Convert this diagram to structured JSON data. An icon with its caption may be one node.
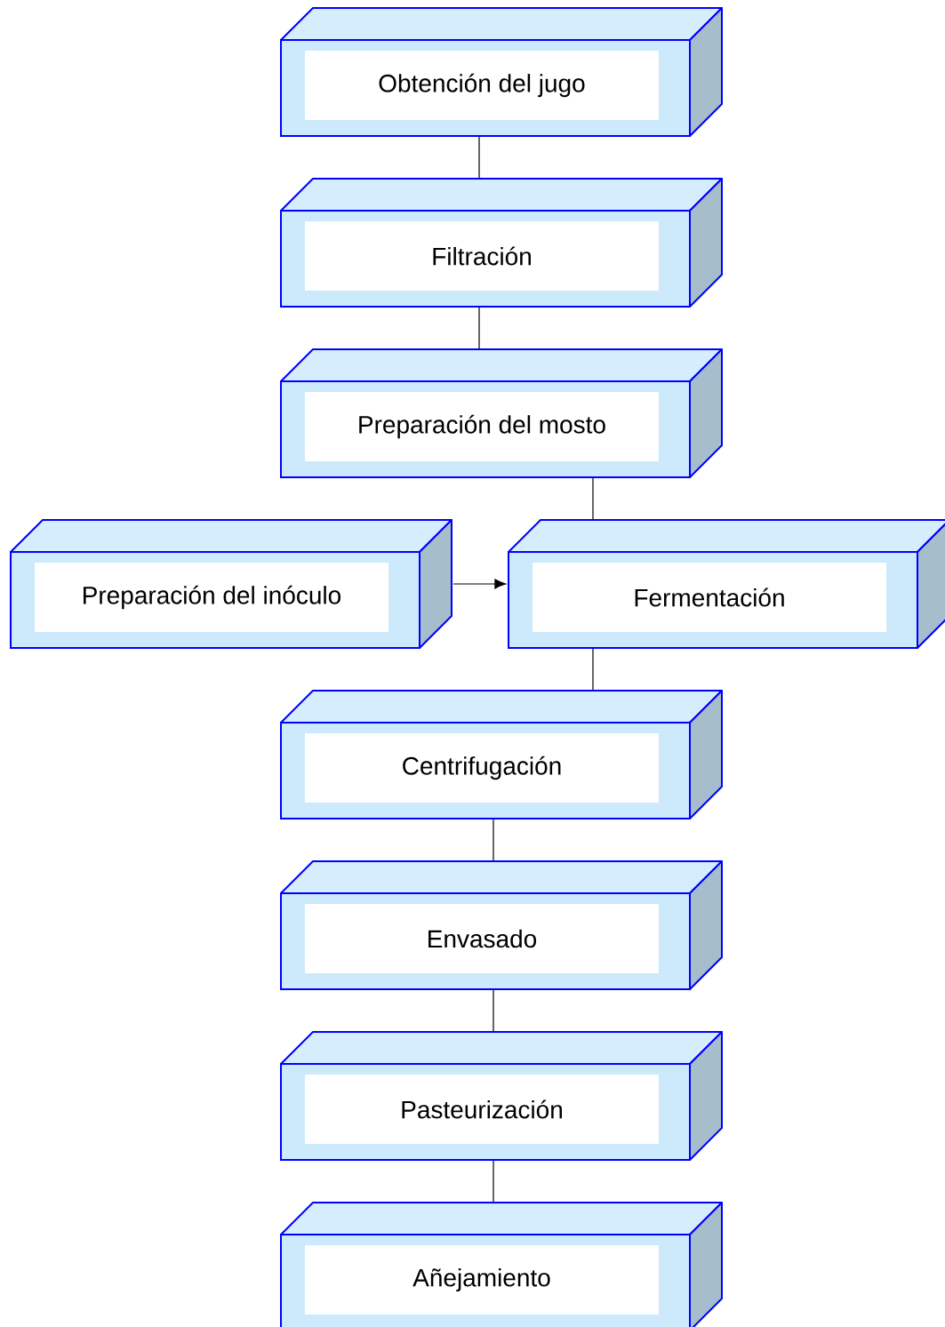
{
  "diagram": {
    "nodes": [
      {
        "text": [
          "Obtención del jugo"
        ]
      },
      {
        "text": [
          "Filtración"
        ]
      },
      {
        "text": [
          "Preparación del mosto"
        ]
      },
      {
        "text": [
          "Preparación del inóculo"
        ]
      },
      {
        "text": [
          "Fermentación"
        ]
      },
      {
        "text": [
          "Centrifugación"
        ]
      },
      {
        "text": [
          "Envasado"
        ]
      },
      {
        "text": [
          "Pasteurización"
        ]
      },
      {
        "text": [
          "Añejamiento"
        ]
      }
    ],
    "edges": [
      {
        "from": 0,
        "to": 1,
        "arrow": "none"
      },
      {
        "from": 1,
        "to": 2,
        "arrow": "none"
      },
      {
        "from": 2,
        "to": 4,
        "arrow": "none"
      },
      {
        "from": 3,
        "to": 4,
        "arrow": "to"
      },
      {
        "from": 4,
        "to": 5,
        "arrow": "none"
      },
      {
        "from": 5,
        "to": 6,
        "arrow": "none"
      },
      {
        "from": 6,
        "to": 7,
        "arrow": "none"
      },
      {
        "from": 7,
        "to": 8,
        "arrow": "none"
      }
    ]
  }
}
